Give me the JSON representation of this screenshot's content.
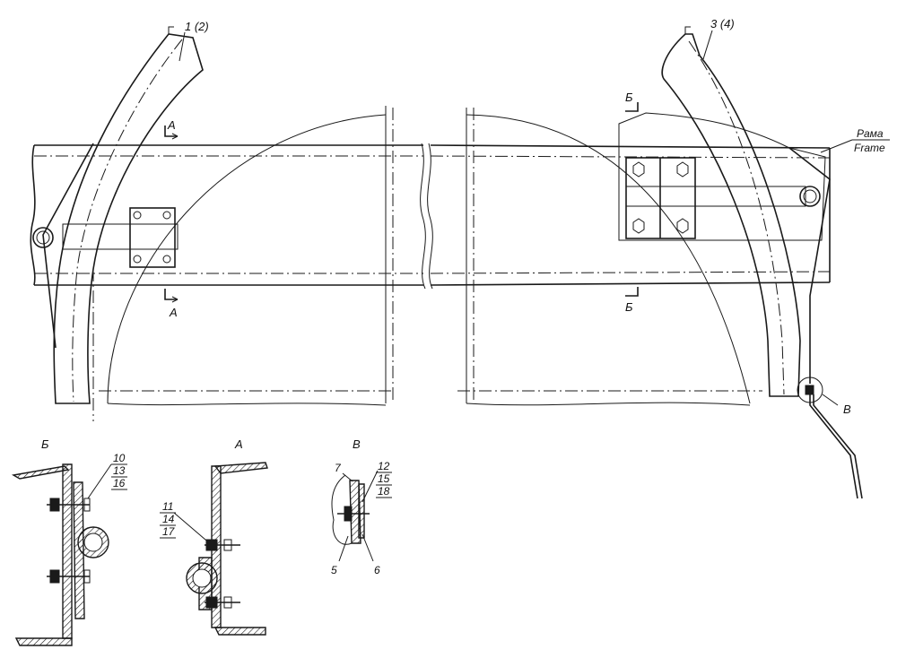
{
  "callouts": {
    "left_mudguard": "1 (2)",
    "right_mudguard": "3 (4)",
    "frame_ru": "Рама",
    "frame_en": "Frame",
    "detail_v": "В"
  },
  "section_marks": {
    "a_top": "А",
    "a_bottom": "А",
    "b_top": "Б",
    "b_bottom": "Б"
  },
  "details": {
    "b": {
      "title": "Б",
      "parts": [
        "10",
        "13",
        "16"
      ]
    },
    "a": {
      "title": "А",
      "parts": [
        "11",
        "14",
        "17"
      ]
    },
    "v": {
      "title": "В",
      "parts_right": [
        "12",
        "15",
        "18"
      ],
      "part_7": "7",
      "part_5": "5",
      "part_6": "6"
    }
  }
}
